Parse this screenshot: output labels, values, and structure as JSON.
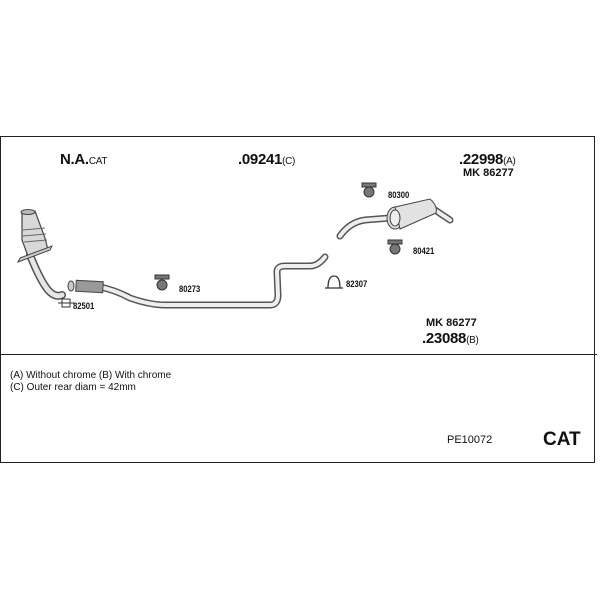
{
  "labels": {
    "na_cat": {
      "main": "N.A.",
      "suffix": "CAT"
    },
    "part_09241": {
      "main": ".09241",
      "suffix": "(C)"
    },
    "part_22998": {
      "main": ".22998",
      "suffix": "(A)"
    },
    "mk_top": "MK 86277",
    "mk_bottom": "MK 86277",
    "part_23088": {
      "main": ".23088",
      "suffix": "(B)"
    }
  },
  "small_parts": [
    "82501",
    "80273",
    "82307",
    "80300",
    "80421"
  ],
  "notes": [
    "(A) Without chrome (B) With chrome",
    "(C) Outer rear diam = 42mm"
  ],
  "footer": {
    "code": "PE10072",
    "type": "CAT"
  }
}
